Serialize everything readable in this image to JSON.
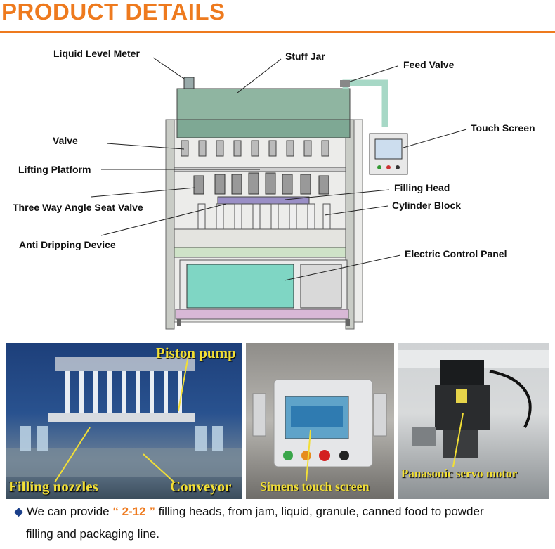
{
  "header": {
    "title": "PRODUCT DETAILS",
    "accent": "#ee7a1e"
  },
  "diagram": {
    "labels": {
      "liquid_level_meter": "Liquid Level Meter",
      "stuff_jar": "Stuff Jar",
      "feed_valve": "Feed Valve",
      "touch_screen": "Touch Screen",
      "valve": "Valve",
      "lifting_platform": "Lifting Platform",
      "filling_head": "Filling Head",
      "three_way": "Three Way Angle Seat Valve",
      "cylinder_block": "Cylinder Block",
      "anti_dripping": "Anti Dripping Device",
      "electric_panel": "Electric Control Panel"
    },
    "machine_colors": {
      "frame": "#d9dbd4",
      "jar": "#8fb5a1",
      "pipe": "#a7d8c6",
      "cabinet": "#7fd6c4",
      "base": "#d8b8d6"
    }
  },
  "photos": {
    "left": {
      "caption_top": "Piston pump",
      "caption_left": "Filling nozzles",
      "caption_right": "Conveyor"
    },
    "middle": {
      "caption": "Simens touch screen"
    },
    "right": {
      "caption": "Panasonic servo motor"
    }
  },
  "footer": {
    "bullet": "◆",
    "pre": "We can provide",
    "highlight": "“ 2-12 ”",
    "post": "filling heads, from jam, liquid, granule, canned food to powder",
    "line2": "filling and packaging line."
  }
}
